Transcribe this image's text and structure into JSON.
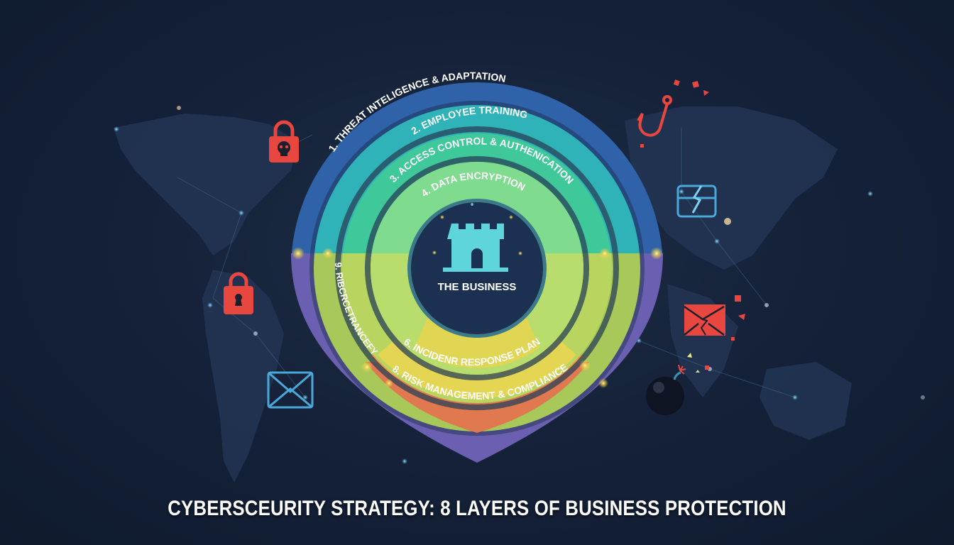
{
  "title": "CYBERSCEURITY STRATEGY: 8 LAYERS OF BUSINESS PROTECTION",
  "core": {
    "label": "THE BUSINESS",
    "icon": "castle-tower-icon"
  },
  "layers": [
    {
      "label": "1. THREAT INTELIGENCE & ADAPTATION",
      "color": "#2f62a8"
    },
    {
      "label": "2. EMPLOYEE TRAINING",
      "color": "#2fb3b8"
    },
    {
      "label": "3. ACCESS CONTROL & AUTHENICATION",
      "color": "#3fc89a"
    },
    {
      "label": "4. DATA ENCRYPTION",
      "color": "#7fdc8e"
    },
    {
      "label": "9. RIBCRCETRANCEFY",
      "color": "#a8c85a"
    },
    {
      "label": "6. INCIDENR RESPONSE PLAN",
      "color": "#e6d552"
    },
    {
      "label": "8. RISK MANAGEMENT & COMPLIANCE",
      "color": "#eea04a"
    }
  ],
  "colors": {
    "background": "#15223a",
    "outer_top": "#2f62a8",
    "outer_bottom": "#6a5fb0",
    "threat_red": "#e8473f",
    "safe_blue": "#4aa8d8",
    "core": "#1c3152",
    "tower": "#5ed4dc"
  },
  "threat_icons": [
    {
      "name": "skull-padlock-icon",
      "side": "left"
    },
    {
      "name": "padlock-icon",
      "side": "left"
    },
    {
      "name": "envelope-icon",
      "side": "left"
    },
    {
      "name": "phishing-hook-icon",
      "side": "right"
    },
    {
      "name": "broken-firewall-icon",
      "side": "right"
    },
    {
      "name": "broken-envelope-icon",
      "side": "right"
    },
    {
      "name": "bomb-icon",
      "side": "right"
    }
  ]
}
